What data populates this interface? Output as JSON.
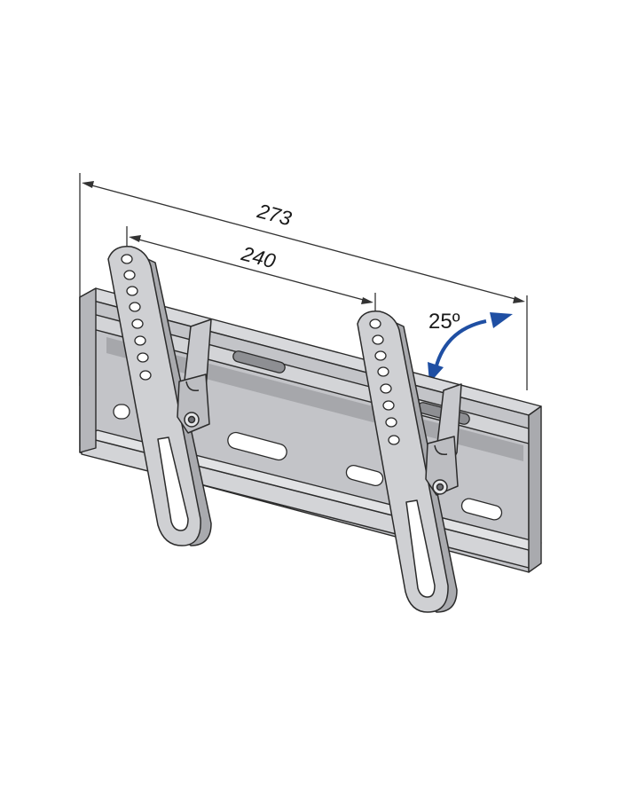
{
  "dimensions": {
    "overall_width": "273",
    "hole_spacing": "240",
    "tilt_angle": "25º"
  },
  "colors": {
    "metal_fill": "#bfc0c4",
    "metal_light": "#d8d9dc",
    "metal_dark": "#9c9da2",
    "outline": "#2b2b2b",
    "arrow_blue": "#1f4fa3",
    "dimension_line": "#333333"
  }
}
